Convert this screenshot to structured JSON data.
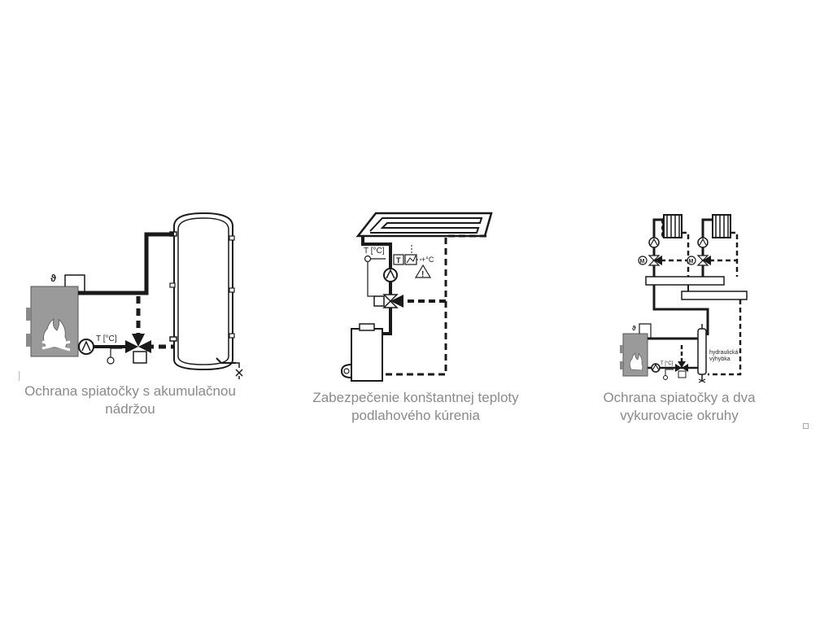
{
  "diagrams": [
    {
      "caption_line1": "Ochrana spiatočky s akumulačnou",
      "caption_line2": "nádržou",
      "temp_label": "T [°C]",
      "theta_symbol": "ϑ"
    },
    {
      "caption_line1": "Zabezpečenie konštantnej teploty",
      "caption_line2": "podlahového kúrenia",
      "temp_label": "T [°C]",
      "sensor_t": "T",
      "temp_unit": "+°C",
      "warning_symbol": "!"
    },
    {
      "caption_line1": "Ochrana spiatočky a dva",
      "caption_line2": "vykurovacie okruhy",
      "temp_label": "T [°C]",
      "theta_symbol": "ϑ",
      "motor_label": "M",
      "separator_line1": "hydraulická",
      "separator_line2": "výhybka"
    }
  ],
  "colors": {
    "line": "#1a1a1a",
    "boiler": "#9a9a9a",
    "caption": "#8a8a8a"
  }
}
